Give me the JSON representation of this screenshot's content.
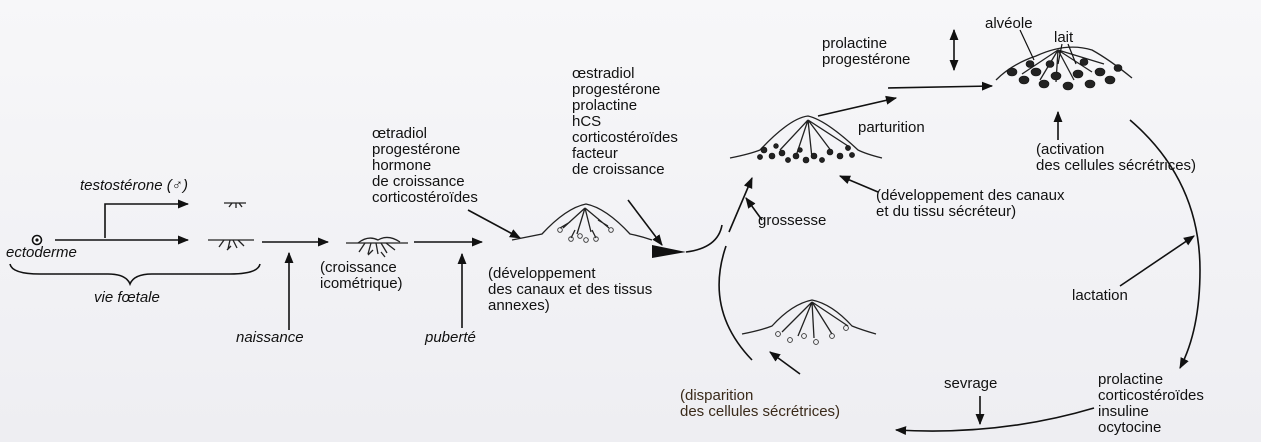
{
  "labels": {
    "testosterone": "testostérone (♂)",
    "ectoderme": "ectoderme",
    "vie_foetale": "vie fœtale",
    "naissance": "naissance",
    "croissance_isometrique": "(croissance\nicométrique)",
    "puberte": "puberté",
    "hormones_puberte": "œtradiol\nprogestérone\nhormone\nde croissance\ncorticostéroïdes",
    "dev_canaux_annexes": "(développement\ndes canaux et des tissus\nannexes)",
    "hormones_grossesse": "œstradiol\nprogestérone\nprolactine\nhCS\ncorticostéroïdes\nfacteur\nde croissance",
    "grossesse": "grossesse",
    "dev_canaux_secreteur": "(développement des canaux\net du tissu sécréteur)",
    "parturition": "parturition",
    "prolactine_progesterone": "prolactine\nprogestérone",
    "alveole": "alvéole",
    "lait": "lait",
    "activation": "(activation\ndes cellules sécrétrices)",
    "lactation": "lactation",
    "hormones_lactation": "prolactine\ncorticostéroïdes\ninsuline\nocytocine",
    "sevrage": "sevrage",
    "disparition": "(disparition\ndes cellules sécrétrices)"
  }
}
